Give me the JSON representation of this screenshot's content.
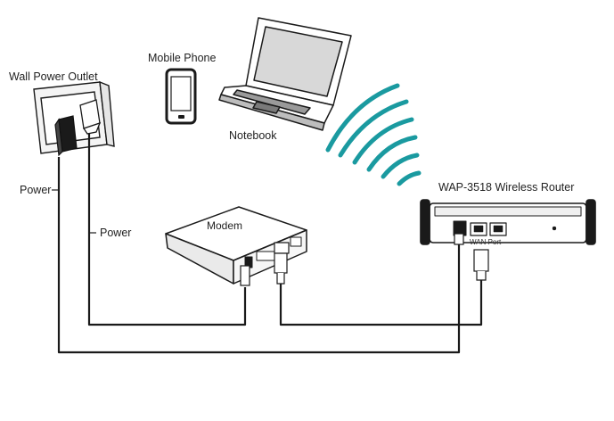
{
  "labels": {
    "wall_outlet": "Wall Power Outlet",
    "mobile_phone": "Mobile Phone",
    "notebook": "Notebook",
    "router": "WAP-3518 Wireless Router",
    "modem": "Modem",
    "power_left": "Power",
    "power_mid": "Power",
    "wan_port": "WAN Port"
  },
  "colors": {
    "signal": "#1a9aa0",
    "line": "#1a1a1a"
  }
}
